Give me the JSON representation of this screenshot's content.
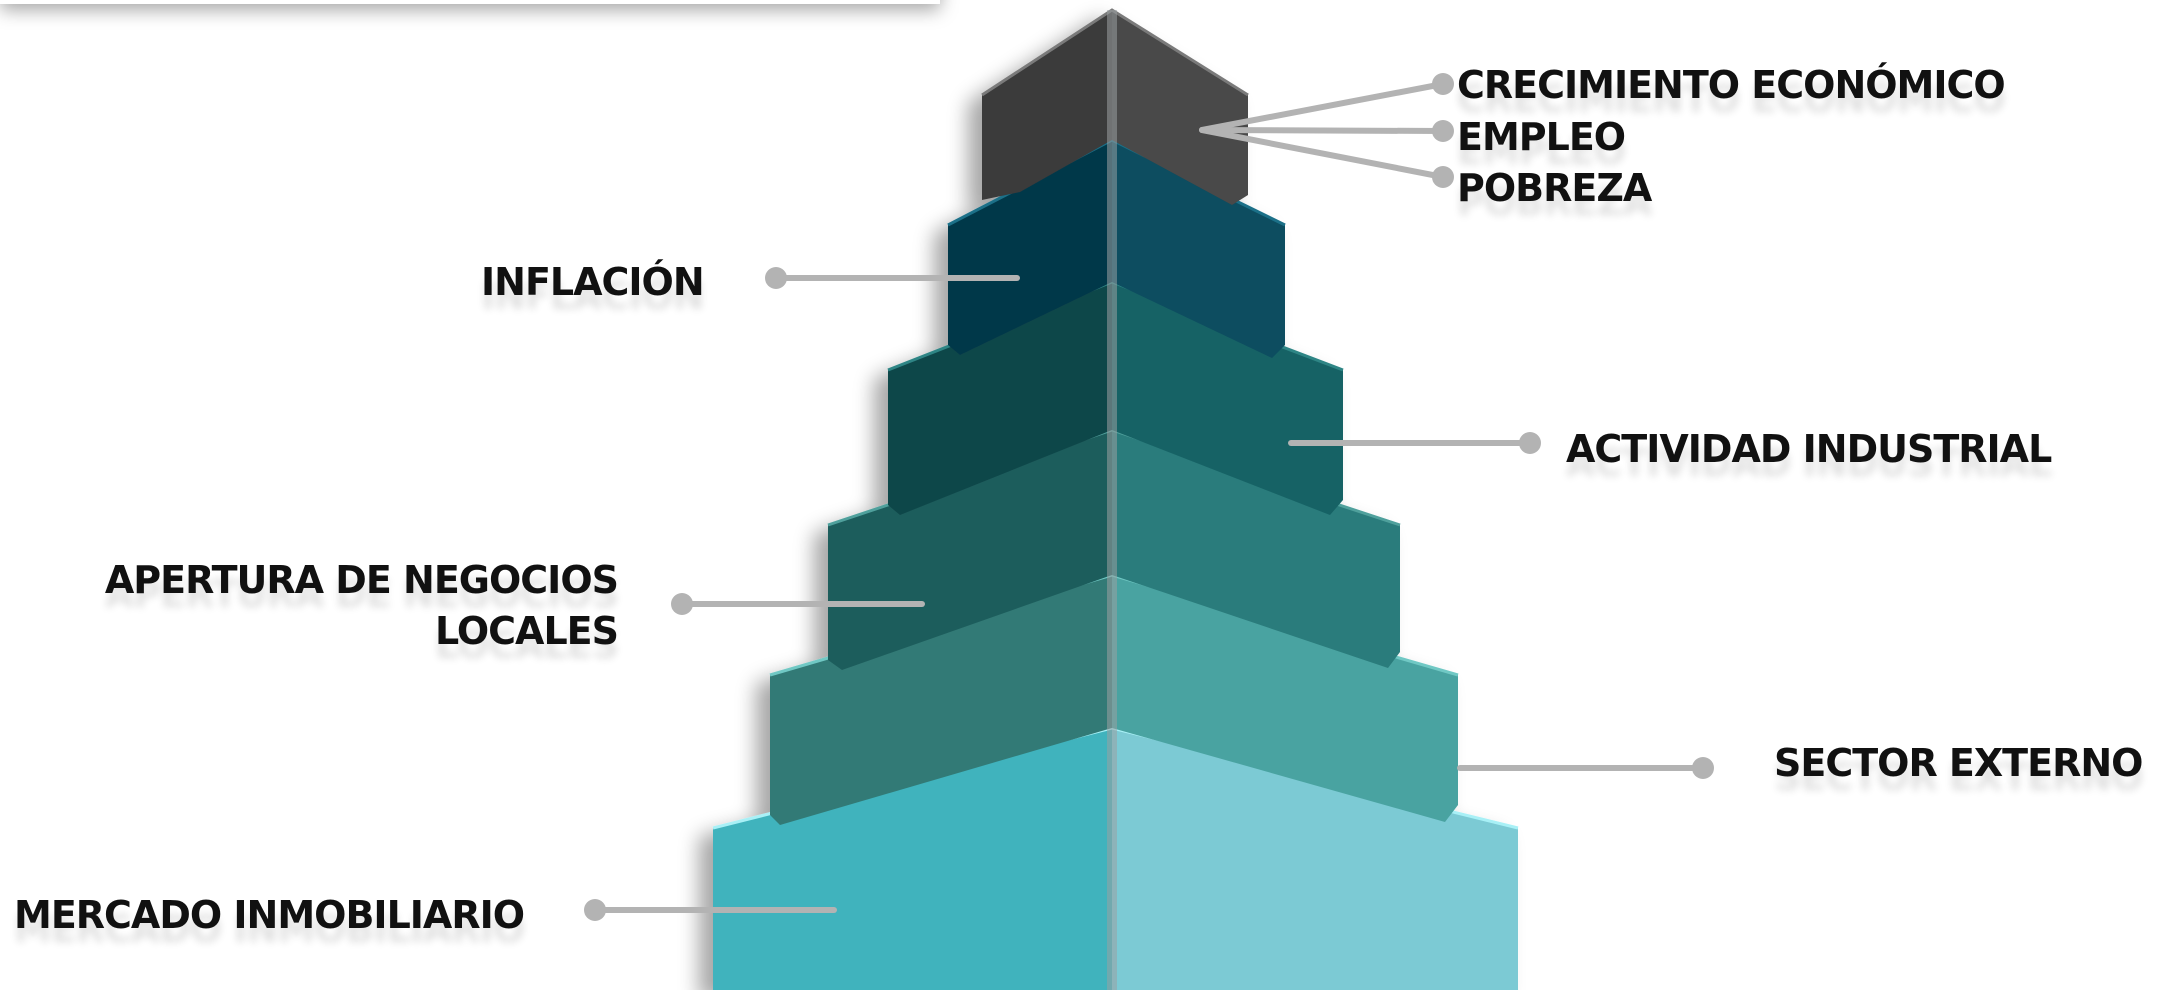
{
  "labels": {
    "crecimiento": "CRECIMIENTO ECONÓMICO",
    "empleo": "EMPLEO",
    "pobreza": "POBREZA",
    "inflacion": "INFLACIÓN",
    "actividad": "ACTIVIDAD INDUSTRIAL",
    "apertura_1": "APERTURA DE NEGOCIOS",
    "apertura_2": "LOCALES",
    "sector": "SECTOR EXTERNO",
    "mercado": "MERCADO INMOBILIARIO"
  },
  "colors": {
    "tier_top_left": "#3a3a3a",
    "tier_top_right": "#484848",
    "tier_2_left": "#06394a",
    "tier_2_right": "#0a4d60",
    "tier_3_left": "#11464a",
    "tier_3_right": "#176265",
    "tier_4_left": "#1e5d5c",
    "tier_4_right": "#2a7b7b",
    "tier_5_left": "#337a76",
    "tier_5_right": "#4aa3a1",
    "tier_6_left": "#3fb3bd",
    "tier_6_right": "#7ccad4",
    "connector": "#b3b3b3",
    "label_text": "#111111"
  }
}
